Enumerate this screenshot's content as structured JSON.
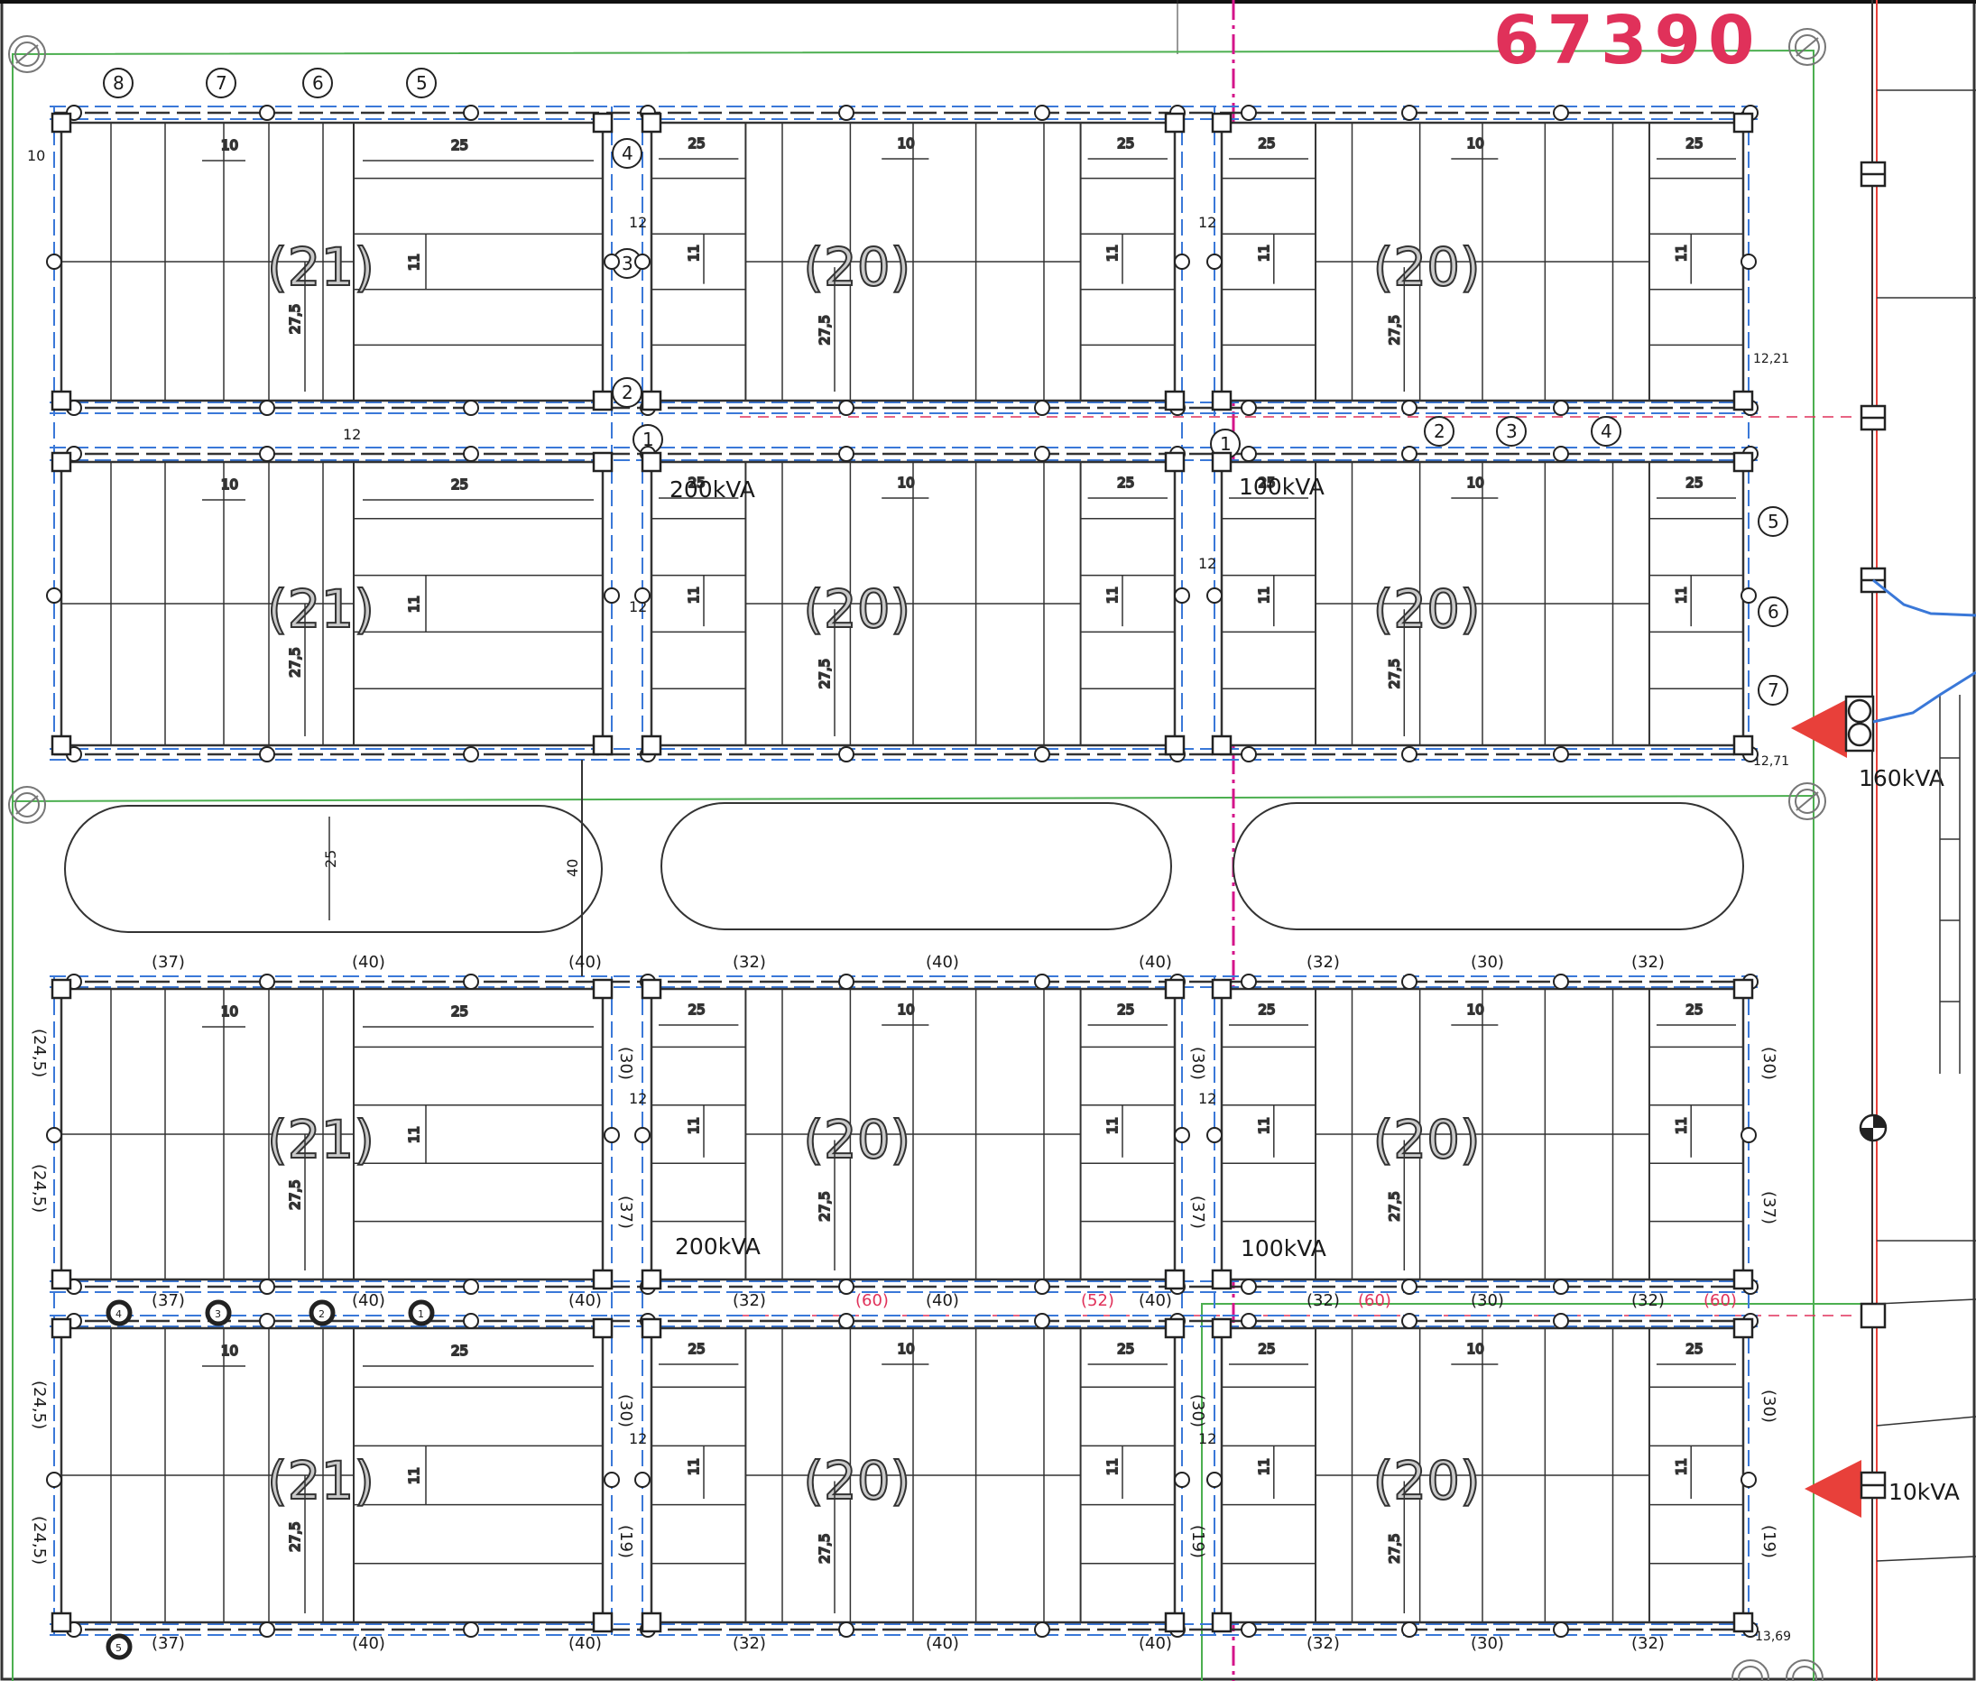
{
  "header": {
    "number": "67390",
    "number_color": "#e0315a"
  },
  "colors": {
    "line": "#333333",
    "street_fill": "#f6f9ff",
    "dash_blue": "#3a78d8",
    "magenta": "#d4148a",
    "green": "#4caf50",
    "red_marker": "#e8403a",
    "grey_label": "#c9c9c9"
  },
  "plots": {
    "A1": {
      "area": "(21)",
      "d_left": "10",
      "d_right": "25",
      "d_mid": "11",
      "d_depth": "27,5"
    },
    "B1": {
      "area": "(20)",
      "d_left": "25",
      "d_mid10": "10",
      "d_right": "25",
      "d_11a": "11",
      "d_11b": "11",
      "d_depth": "27,5"
    },
    "C1": {
      "area": "(20)",
      "d_left": "25",
      "d_mid10": "10",
      "d_right": "25",
      "d_11a": "11",
      "d_11b": "11",
      "d_depth": "27,5"
    },
    "A2": {
      "area": "(21)",
      "d_left": "10",
      "d_right": "25",
      "d_mid": "11",
      "d_depth": "27,5"
    },
    "B2": {
      "area": "(20)",
      "d_left": "25",
      "d_mid10": "10",
      "d_right": "25",
      "d_11a": "11",
      "d_11b": "11",
      "d_depth": "27,5"
    },
    "C2": {
      "area": "(20)",
      "d_left": "25",
      "d_mid10": "10",
      "d_right": "25",
      "d_11a": "11",
      "d_11b": "11",
      "d_depth": "27,5"
    },
    "A3": {
      "area": "(21)",
      "d_left": "10",
      "d_right": "25",
      "d_mid": "11",
      "d_depth": "27,5"
    },
    "B3": {
      "area": "(20)",
      "d_left": "25",
      "d_mid10": "10",
      "d_right": "25",
      "d_11a": "11",
      "d_11b": "11",
      "d_depth": "27,5"
    },
    "C3": {
      "area": "(20)",
      "d_left": "25",
      "d_mid10": "10",
      "d_right": "25",
      "d_11a": "11",
      "d_11b": "11",
      "d_depth": "27,5"
    },
    "A4": {
      "area": "(21)",
      "d_left": "10",
      "d_right": "25",
      "d_mid": "11",
      "d_depth": "27,5"
    },
    "B4": {
      "area": "(20)",
      "d_left": "25",
      "d_mid10": "10",
      "d_right": "25",
      "d_11a": "11",
      "d_11b": "11",
      "d_depth": "27,5"
    },
    "C4": {
      "area": "(20)",
      "d_left": "25",
      "d_mid10": "10",
      "d_right": "25",
      "d_11a": "11",
      "d_11b": "11",
      "d_depth": "27,5"
    }
  },
  "transformers": {
    "t200_top": "200kVA",
    "t100_top": "100kVA",
    "t200_bot": "200kVA",
    "t100_bot": "100kVA",
    "t160": "160kVA",
    "t10": "10kVA"
  },
  "poles": {
    "top_left": [
      "8",
      "7",
      "6",
      "5"
    ],
    "mid_left": [
      "4",
      "3",
      "2",
      "1"
    ],
    "mid_right": [
      "1",
      "2",
      "3",
      "4"
    ],
    "right_side": [
      "5",
      "6",
      "7"
    ],
    "bottom_left": [
      "4",
      "3",
      "2",
      "1"
    ],
    "bottom_single": "5"
  },
  "dims": {
    "d10": "10",
    "d12": "12",
    "d12_21": "12,21",
    "d12_71": "12,71",
    "d13_69": "13,69",
    "oval_width": "25",
    "oval_gap": "40"
  },
  "street_labels": {
    "row1": [
      "(37)",
      "(40)",
      "(40)",
      "(32)",
      "(40)",
      "(40)",
      "(32)",
      "(30)",
      "(32)"
    ],
    "row2": [
      "(37)",
      "(40)",
      "(40)",
      "(32)",
      "(60)",
      "(40)",
      "(52)",
      "(40)",
      "(32)",
      "(60)",
      "(30)",
      "(32)",
      "(60)"
    ],
    "row3": [
      "(37)",
      "(40)",
      "(40)",
      "(32)",
      "(40)",
      "(40)",
      "(32)",
      "(30)",
      "(32)"
    ],
    "left_vert": [
      "(24,5)",
      "(24,5)",
      "(24,5)",
      "(24,5)"
    ],
    "right_vert": [
      "(30)",
      "(37)",
      "(30)",
      "(19)"
    ],
    "mid1_vert": [
      "(30)",
      "(37)",
      "(30)",
      "(19)"
    ],
    "mid2_vert": [
      "(30)",
      "(37)",
      "(30)",
      "(19)"
    ]
  }
}
